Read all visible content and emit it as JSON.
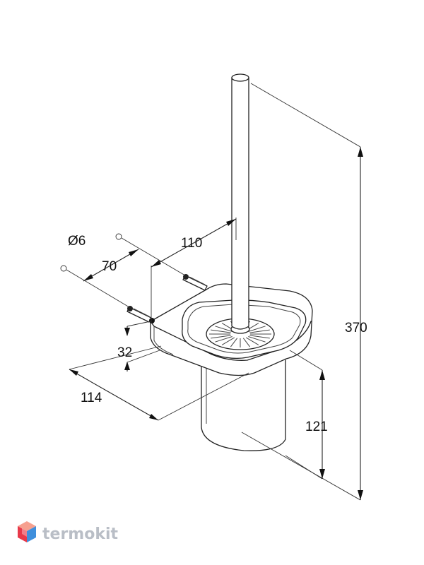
{
  "dimensions": {
    "diameter": "Ø6",
    "hole_spacing_depth": "70",
    "hole_spacing_width": "110",
    "height_total": "370",
    "plate_thickness": "32",
    "projection": "114",
    "container_height": "121"
  },
  "brand": {
    "name": "termokit",
    "logo_colors": [
      "#e8394a",
      "#3f8fdc",
      "#f6a08f",
      "#8fc3ee"
    ]
  }
}
